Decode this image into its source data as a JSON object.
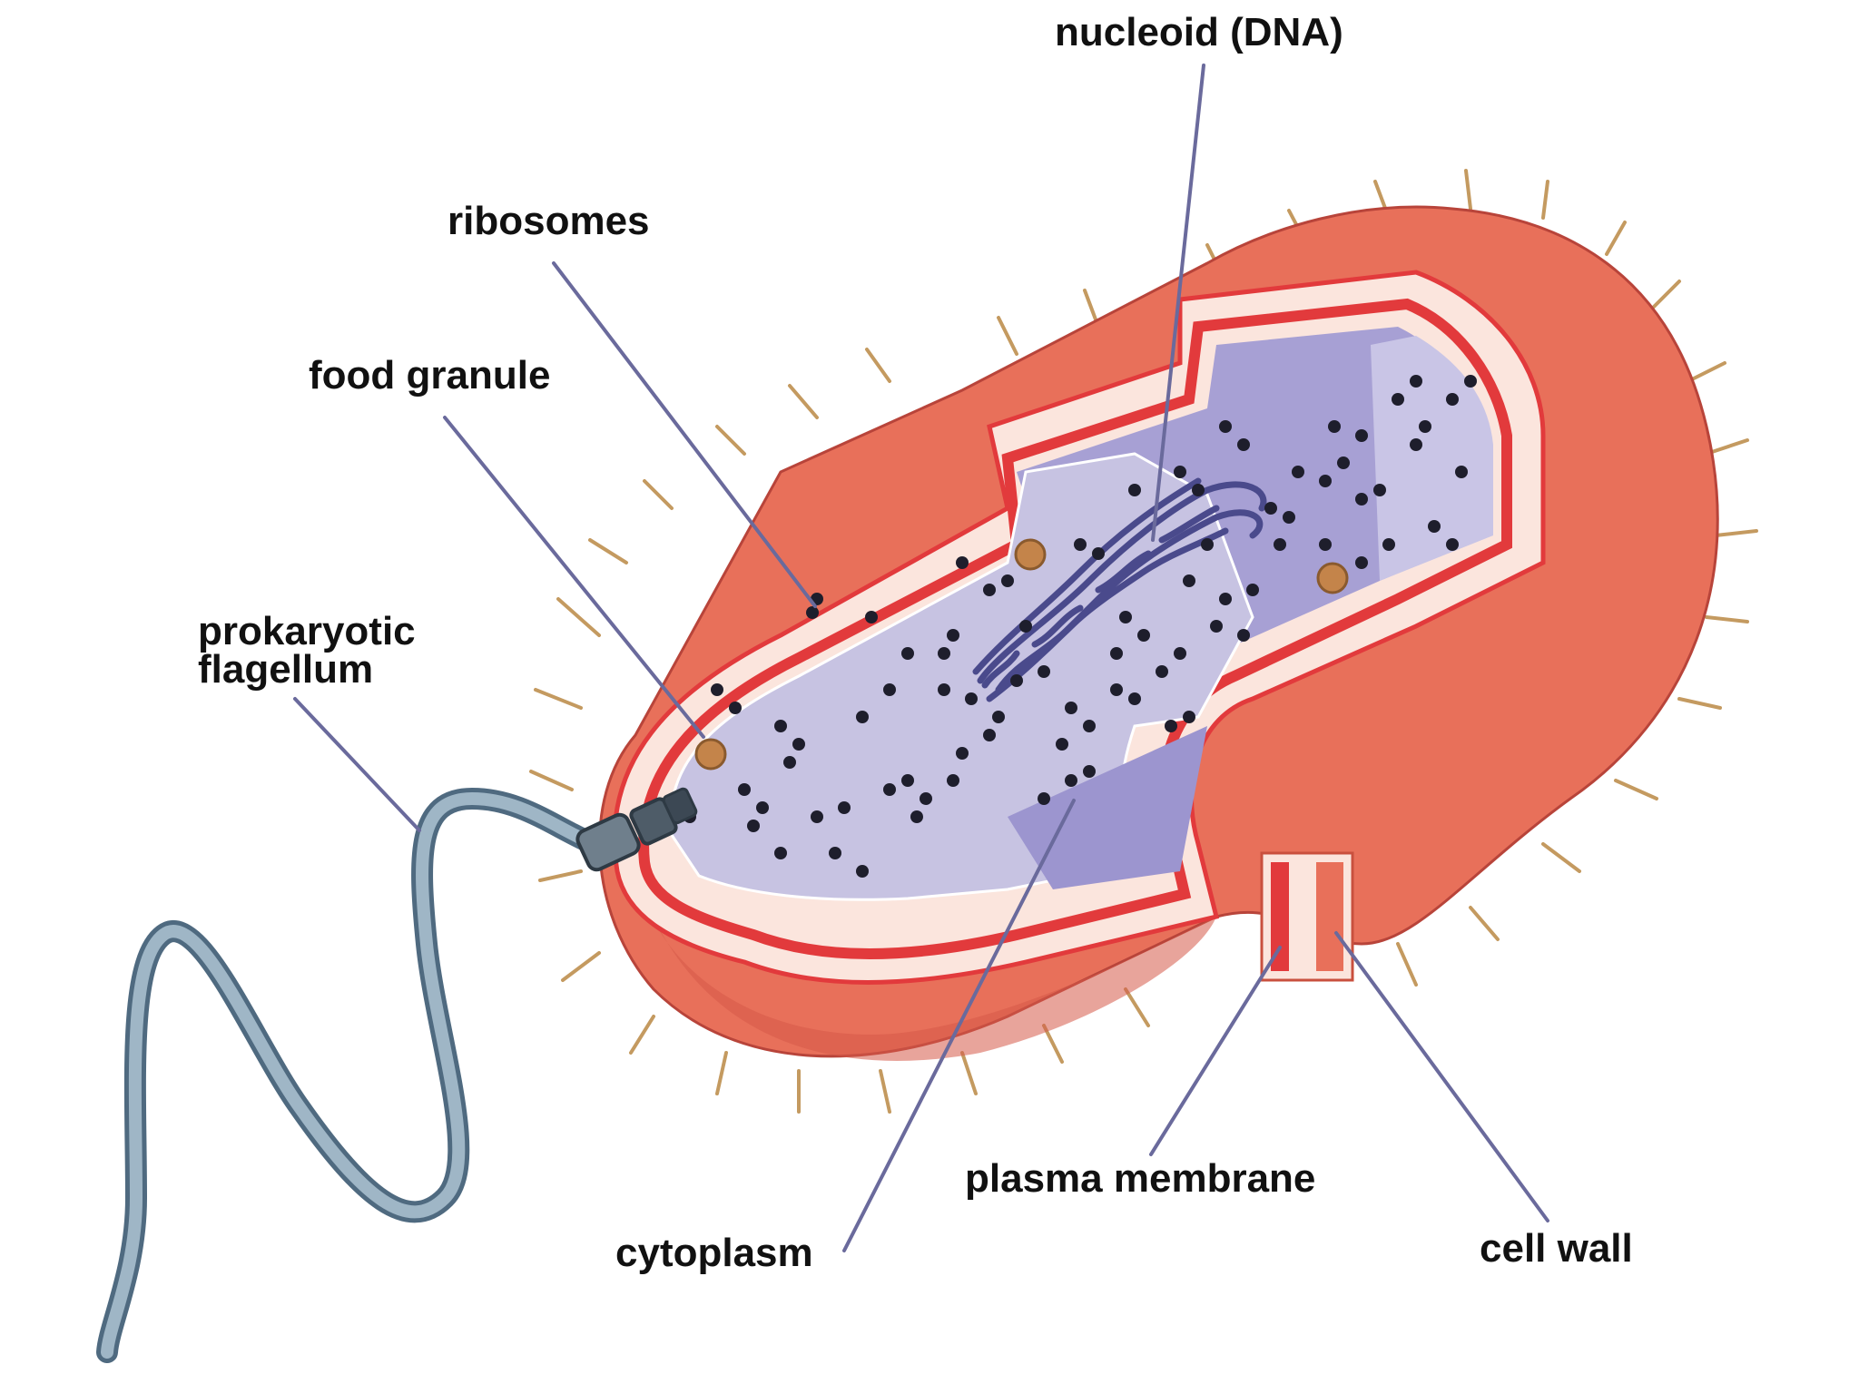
{
  "labels": {
    "nucleoid": "nucleoid (DNA)",
    "ribosomes": "ribosomes",
    "food_granule": "food granule",
    "flagellum_line1": "prokaryotic",
    "flagellum_line2": "flagellum",
    "cytoplasm": "cytoplasm",
    "plasma_membrane": "plasma membrane",
    "cell_wall": "cell wall"
  },
  "colors": {
    "cell_wall": "#e8705a",
    "cell_wall_dark": "#c9503e",
    "membrane": "#e23a3c",
    "wall_cut": "#fbe5dd",
    "cytoplasm": "#c7c3e2",
    "cytoplasm_shadow": "#9c95cf",
    "dna": "#5a5a9c",
    "ribosome": "#1e1e2c",
    "granule": "#c4844a",
    "flagellum": "#7f99ad",
    "pili": "#c49a60",
    "leader_line": "#6a6a9c"
  }
}
